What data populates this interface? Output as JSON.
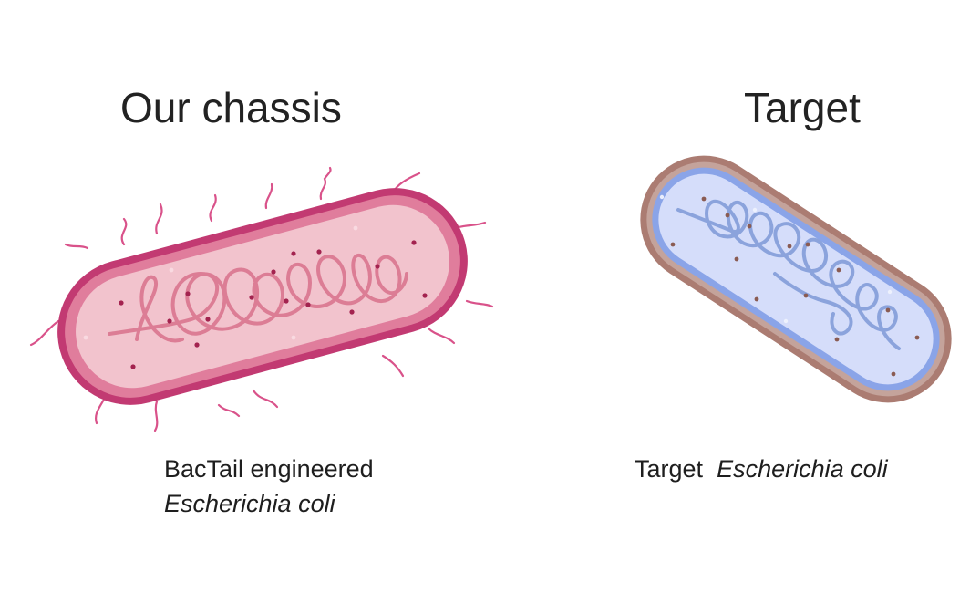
{
  "left_panel": {
    "title": "Our chassis",
    "caption_line1": "BacTail engineered",
    "caption_species": "Escherichia coli",
    "colors": {
      "membrane_outer": "#c23a72",
      "membrane_inner": "#e07d9c",
      "cytoplasm": "#f2c3cd",
      "dna": "#dc7d95",
      "flagella": "#d9528a",
      "ribosome": "#a3234f"
    }
  },
  "right_panel": {
    "title": "Target",
    "caption_prefix": "Target",
    "caption_species": "Escherichia coli",
    "colors": {
      "membrane_outer": "#ab7c72",
      "membrane_inner": "#8aa4e8",
      "cytoplasm": "#d5ddfa",
      "dna": "#8ba3dc",
      "ribosome": "#8a5b52"
    }
  }
}
